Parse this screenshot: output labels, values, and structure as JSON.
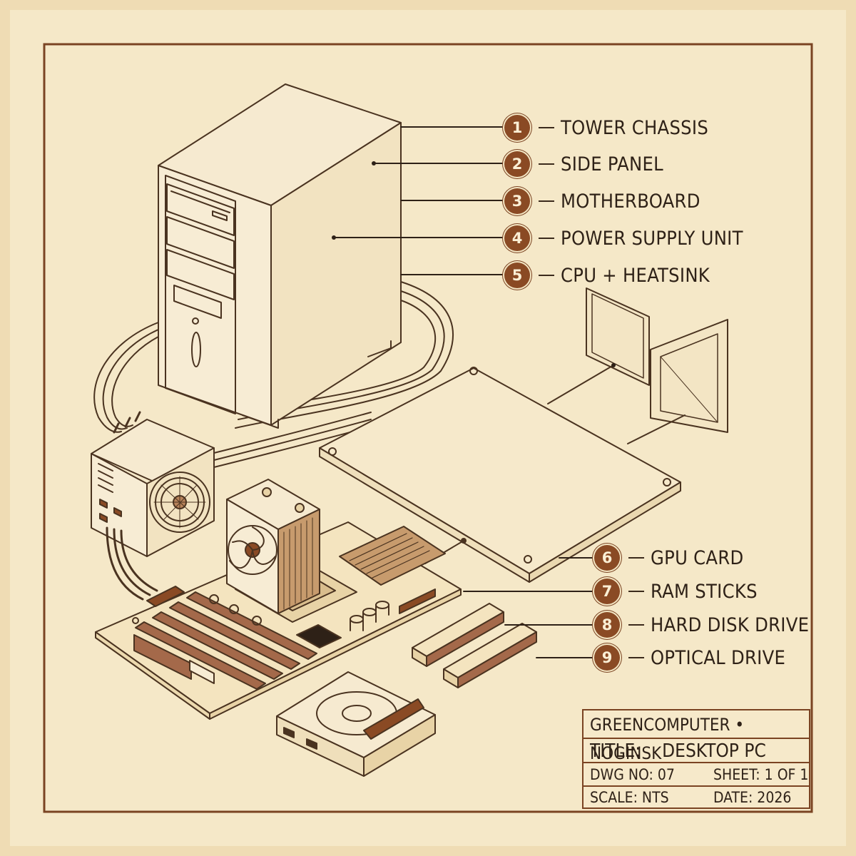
{
  "callouts": [
    {
      "number": "1",
      "label": "TOWER CHASSIS"
    },
    {
      "number": "2",
      "label": "SIDE PANEL"
    },
    {
      "number": "3",
      "label": "MOTHERBOARD"
    },
    {
      "number": "4",
      "label": "POWER SUPPLY UNIT"
    },
    {
      "number": "5",
      "label": "CPU + HEATSINK"
    },
    {
      "number": "6",
      "label": "GPU CARD"
    },
    {
      "number": "7",
      "label": "RAM STICKS"
    },
    {
      "number": "8",
      "label": "HARD DISK DRIVE"
    },
    {
      "number": "9",
      "label": "OPTICAL DRIVE"
    }
  ],
  "title_block": {
    "company": "GREENCOMPUTER • NOGINSK",
    "title_label": "TITLE:",
    "title_value": "DESKTOP PC",
    "dwg_no": "DWG NO: 07",
    "sheet": "SHEET: 1 OF 1",
    "scale": "SCALE: NTS",
    "date": "DATE: 2026"
  },
  "colors": {
    "paper": "#f4e6c4",
    "ink": "#3b2a1c",
    "accent": "#8a4a24",
    "frame": "#7a4322"
  }
}
